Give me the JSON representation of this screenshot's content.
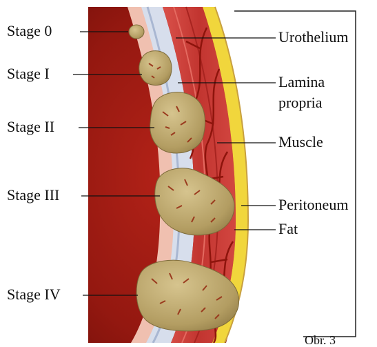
{
  "figure": {
    "left_labels": {
      "stage0": "Stage 0",
      "stage1": "Stage I",
      "stage2": "Stage II",
      "stage3": "Stage III",
      "stage4": "Stage IV"
    },
    "right_labels": {
      "urothelium": "Urothelium",
      "lamina_line1": "Lamina",
      "lamina_line2": "propria",
      "muscle": "Muscle",
      "peritoneum": "Peritoneum",
      "fat": "Fat"
    },
    "caption": "Obr. 3"
  },
  "colors": {
    "lumen": "#9a1a10",
    "urothelium": "#f2c7b8",
    "lamina": "#cdd6e6",
    "muscle": "#c63a36",
    "fat": "#f0d840",
    "tumor": "#b8a46a",
    "vessel": "#8e140c"
  }
}
